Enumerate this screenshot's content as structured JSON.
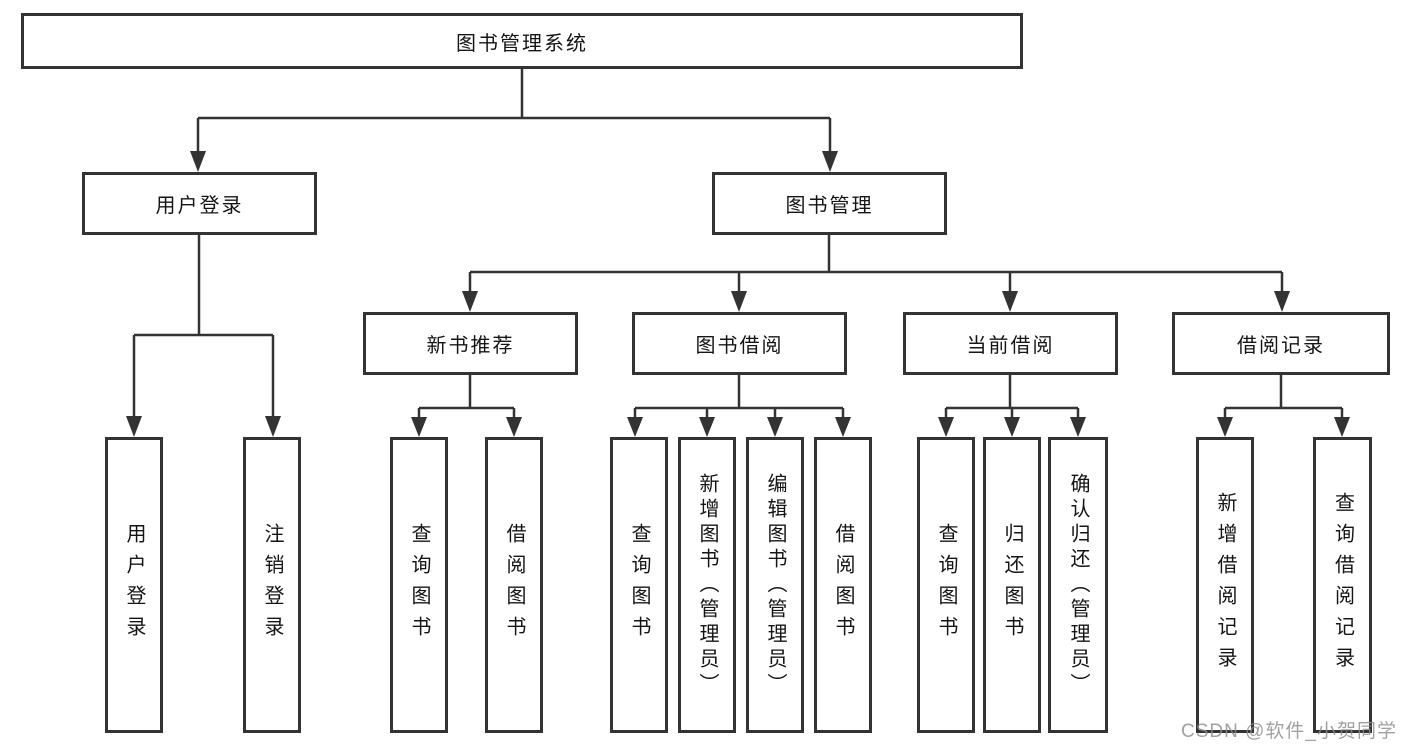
{
  "tree": {
    "label": "图书管理系统",
    "children": [
      {
        "label": "用户登录",
        "children": [
          {
            "label": "用户登录"
          },
          {
            "label": "注销登录"
          }
        ]
      },
      {
        "label": "图书管理",
        "children": [
          {
            "label": "新书推荐",
            "children": [
              {
                "label": "查询图书"
              },
              {
                "label": "借阅图书"
              }
            ]
          },
          {
            "label": "图书借阅",
            "children": [
              {
                "label": "查询图书"
              },
              {
                "label": "新增图书（管理员）"
              },
              {
                "label": "编辑图书（管理员）"
              },
              {
                "label": "借阅图书"
              }
            ]
          },
          {
            "label": "当前借阅",
            "children": [
              {
                "label": "查询图书"
              },
              {
                "label": "归还图书"
              },
              {
                "label": "确认归还（管理员）"
              }
            ]
          },
          {
            "label": "借阅记录",
            "children": [
              {
                "label": "新增借阅记录"
              },
              {
                "label": "查询借阅记录"
              }
            ]
          }
        ]
      }
    ]
  },
  "watermark": {
    "text": "CSDN @软件_小贺同学"
  },
  "colors": {
    "line": "#333333",
    "text": "#151515",
    "background": "#ffffff",
    "watermark": "#8c8c8c"
  }
}
